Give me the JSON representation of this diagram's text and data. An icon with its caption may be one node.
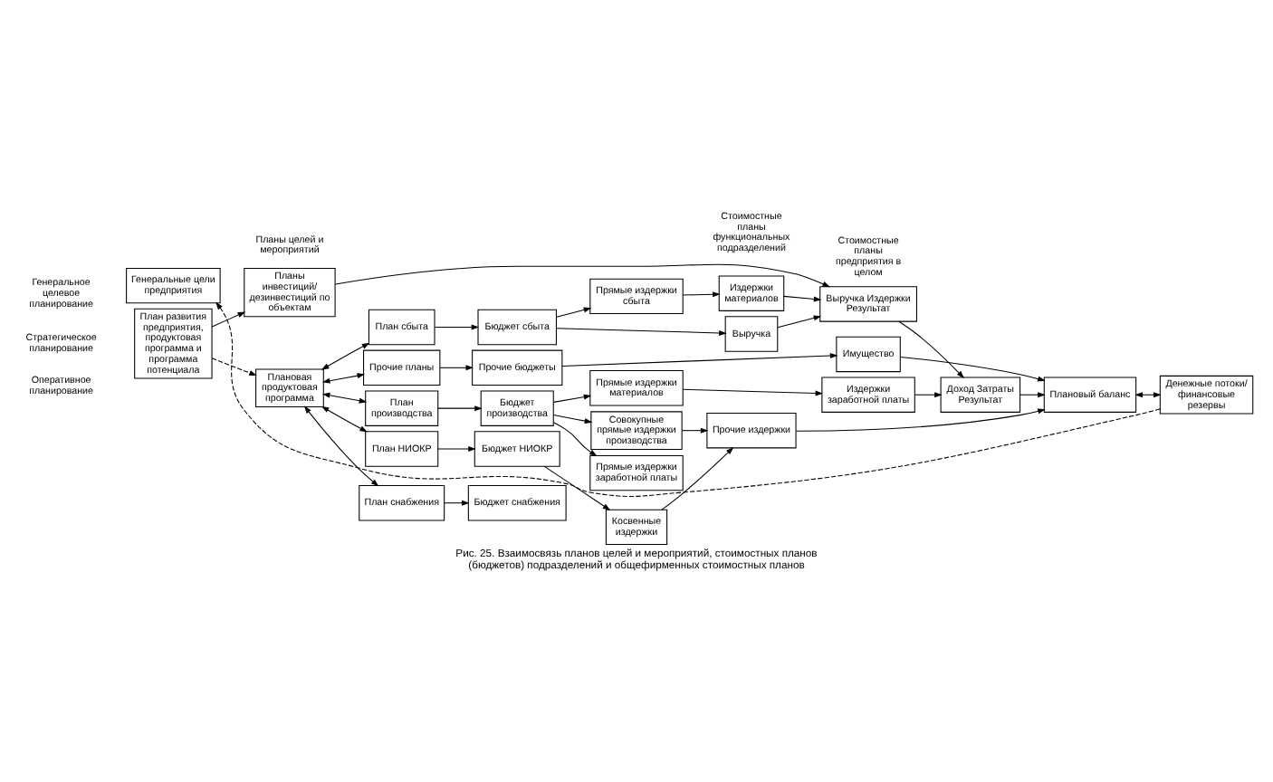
{
  "diagram": {
    "caption": "Рис. 25. Взаимосвязь планов целей и мероприятий, стоимостных планов (бюджетов) подразделений и общефирменных стоимостных планов",
    "nodes": [
      {
        "text": [
          "Генеральные цели предприятия"
        ]
      },
      {
        "text": [
          "План развития предприятия, продуктовая программа и программа потенциала"
        ]
      },
      {
        "text": [
          "Планы инвестиций/ дезинвестиций по объектам"
        ]
      },
      {
        "text": [
          "Плановая продуктовая программа"
        ]
      },
      {
        "text": [
          "План сбыта"
        ]
      },
      {
        "text": [
          "План производства"
        ]
      },
      {
        "text": [
          "План снабжения"
        ]
      },
      {
        "text": [
          "План НИОКР"
        ]
      },
      {
        "text": [
          "Прочие планы"
        ]
      },
      {
        "text": [
          "Бюджет сбыта"
        ]
      },
      {
        "text": [
          "Бюджет производства"
        ]
      },
      {
        "text": [
          "Бюджет снабжения"
        ]
      },
      {
        "text": [
          "Бюджет НИОКР"
        ]
      },
      {
        "text": [
          "Прочие бюджеты"
        ]
      },
      {
        "text": [
          "Выручка"
        ]
      },
      {
        "text": [
          "Прямые издержки сбыта"
        ]
      },
      {
        "text": [
          "Прямые издержки материалов"
        ]
      },
      {
        "text": [
          "Прямые издержки заработной платы"
        ]
      },
      {
        "text": [
          "Совокупные прямые издержки производства"
        ]
      },
      {
        "text": [
          "Косвенные издержки"
        ]
      },
      {
        "text": [
          "Имущество"
        ]
      },
      {
        "text": [
          "Издержки материалов"
        ]
      },
      {
        "text": [
          "Издержки заработной платы"
        ]
      },
      {
        "text": [
          "Прочие издержки"
        ]
      },
      {
        "text": [
          "Выручка Издержки Результат"
        ]
      },
      {
        "text": [
          "Доход Затраты Результат"
        ]
      },
      {
        "text": [
          "Плановый баланс"
        ]
      },
      {
        "text": [
          "Денежные потоки/ финансовые резервы"
        ]
      }
    ],
    "edges": [
      {
        "from": 27,
        "to": 0,
        "arrow": "to",
        "style": "dashed"
      },
      {
        "from": 1,
        "to": 2,
        "arrow": "to"
      },
      {
        "from": 1,
        "to": 3,
        "arrow": "to",
        "style": "dashed"
      },
      {
        "from": 2,
        "to": 24,
        "arrow": "to"
      },
      {
        "from": 3,
        "to": 4,
        "arrow": "both"
      },
      {
        "from": 3,
        "to": 5,
        "arrow": "both"
      },
      {
        "from": 3,
        "to": 6,
        "arrow": "both"
      },
      {
        "from": 3,
        "to": 7,
        "arrow": "both"
      },
      {
        "from": 3,
        "to": 8,
        "arrow": "both"
      },
      {
        "from": 4,
        "to": 9,
        "arrow": "to"
      },
      {
        "from": 5,
        "to": 10,
        "arrow": "to"
      },
      {
        "from": 6,
        "to": 11,
        "arrow": "to"
      },
      {
        "from": 7,
        "to": 12,
        "arrow": "to"
      },
      {
        "from": 8,
        "to": 13,
        "arrow": "to"
      },
      {
        "from": 9,
        "to": 14,
        "arrow": "to"
      },
      {
        "from": 9,
        "to": 15,
        "arrow": "to"
      },
      {
        "from": 10,
        "to": 16,
        "arrow": "to"
      },
      {
        "from": 10,
        "to": 17,
        "arrow": "to"
      },
      {
        "from": 10,
        "to": 18,
        "arrow": "to"
      },
      {
        "from": 12,
        "to": 19,
        "arrow": "to"
      },
      {
        "from": 13,
        "to": 20,
        "arrow": "to"
      },
      {
        "from": 14,
        "to": 24,
        "arrow": "to"
      },
      {
        "from": 15,
        "to": 21,
        "arrow": "to"
      },
      {
        "from": 16,
        "to": 22,
        "arrow": "to"
      },
      {
        "from": 18,
        "to": 23,
        "arrow": "to"
      },
      {
        "from": 19,
        "to": 23,
        "arrow": "to"
      },
      {
        "from": 20,
        "to": 26,
        "arrow": "to"
      },
      {
        "from": 21,
        "to": 24,
        "arrow": "to"
      },
      {
        "from": 22,
        "to": 25,
        "arrow": "to"
      },
      {
        "from": 23,
        "to": 26,
        "arrow": "to"
      },
      {
        "from": 24,
        "to": 25,
        "arrow": "to"
      },
      {
        "from": 25,
        "to": 26,
        "arrow": "to"
      },
      {
        "from": 26,
        "to": 27,
        "arrow": "both"
      }
    ],
    "labels": [
      "Планы целей и мероприятий",
      "Стоимостные планы функциональных подразделений",
      "Стоимостные планы предприятия в целом",
      "Генеральное целевое планирование",
      "Стратегическое планирование",
      "Оперативное планирование"
    ]
  }
}
